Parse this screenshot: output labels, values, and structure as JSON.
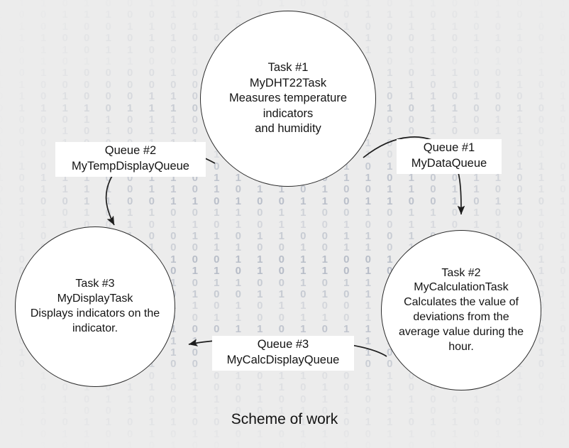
{
  "diagram": {
    "caption": "Scheme of work",
    "background": {
      "style": "binary-digits",
      "digit_color": "#9aa3b4",
      "page_color": "#ececec",
      "rows": [
        "0 1 1 0 1 0 0 1 1 0 1 1 0 1 0 0 1 1 0 1 1 0 0 1 0 1 1 0 1 1 0 1 0 1 1 0 1 1 0 0 1 0 1 1 0",
        "1 0 0 1 1 1 0 0 1 0 1 1 1 0 0 1 0 1 1 1 0 0 1 1 0 1 0 0 1 1 1 0 0 1 0 1 1 0 1 0 0 1 1 0 1",
        "1 1 0 1 0 0 1 1 0 1 1 0 0 1 1 0 1 0 0 1 1 1 0 0 1 0 1 1 0 0 1 1 0 1 0 1 1 0 0 1 1 0 1 0 0",
        "0 1 1 0 0 1 0 1 1 0 0 1 1 0 1 0 1 1 0 0 1 0 1 1 1 0 0 1 1 0 1 0 0 1 1 0 1 1 0 0 1 0 1 1 0",
        "1 0 1 1 0 1 1 0 0 1 0 1 0 1 1 0 0 1 1 0 1 0 1 0 0 1 1 0 1 1 0 0 1 0 1 1 0 1 0 1 1 0 0 1 1",
        "0 0 1 0 1 1 1 0 0 1 1 1 0 1 0 0 1 1 0 1 1 0 0 1 0 1 1 0 0 1 1 0 1 1 0 0 1 0 1 1 0 1 0 0 1",
        "1 0 1 1 0 0 0 0 1 0 0 0 1 1 0 0 1 0 1 0 1 1 0 0 1 1 0 1 0 0 1 1 0 1 1 0 0 1 1 0 1 0 1 1 0",
        "1 1 0 0 0 0 0 0 0 0 1 1 1 0 1 1 0 0 1 1 0 1 0 1 1 0 0 1 1 0 1 0 1 1 0 0 1 0 1 1 0 0 1 1 0",
        "0 1 0 1 0 0 0 1 1 0 1 0 1 1 1 0 0 1 0 1 1 0 1 0 0 1 1 0 1 1 0 0 1 1 0 1 0 0 1 1 0 1 0 1 1",
        "0 1 1 1 1 0 1 1 1 0 0 1 1 0 1 0 0 1 1 0 1 1 0 0 1 0 1 1 0 1 0 0 1 1 0 0 1 1 0 1 0 1 1 0 0",
        "0 0 0 0 1 1 0 1 1 0 0 0 1 0 1 1 0 1 0 0 1 1 0 1 1 0 0 1 0 1 1 0 1 1 0 0 1 0 1 1 0 1 0 0 1",
        "0 0 0 1 0 1 0 1 1 0 0 1 1 0 0 1 0 1 1 0 1 0 0 1 1 0 1 1 0 0 1 0 1 1 0 1 0 1 1 0 0 1 1 0 1",
        "1 0 0 1 0 0 0 1 1 1 0 1 1 0 1 0 0 1 0 1 1 0 0 1 1 0 1 0 1 1 0 0 1 1 0 1 0 0 1 1 0 1 1 0 0",
        "0 1 0 0 0 0 0 0 1 0 1 0 0 1 1 0 1 1 0 0 1 0 1 1 0 1 0 0 1 1 0 1 1 0 0 1 0 1 1 0 1 0 0 1 1",
        "1 1 0 0 1 0 1 1 0 1 0 1 1 0 0 1 1 0 1 0 0 1 1 0 1 1 0 0 1 0 1 1 0 1 0 1 1 0 0 1 1 0 1 0 0",
        "1 0 1 1 1 0 0 1 1 0 1 1 0 0 1 0 1 1 0 1 0 0 1 1 0 1 1 0 0 1 0 1 1 0 1 0 1 1 0 0 1 1 0 1 0",
        "0 0 1 1 1 1 0 1 1 0 1 0 1 1 0 1 0 0 1 1 0 1 1 0 0 1 0 1 1 0 1 0 0 1 1 0 1 1 0 0 1 0 1 1 0",
        "1 1 0 0 1 1 0 0 1 1 0 1 0 0 1 1 0 1 1 0 0 1 0 1 1 0 1 0 1 1 0 0 1 1 0 1 0 0 1 1 0 1 1 0 1",
        "0 1 1 0 1 0 1 1 0 0 1 1 0 1 1 0 0 1 0 1 1 0 1 0 0 1 1 0 1 1 0 1 0 0 1 1 0 1 0 1 1 0 0 1 1",
        "1 0 1 1 0 0 1 0 1 1 0 1 0 1 1 0 1 0 0 1 1 0 1 1 0 0 1 0 1 1 0 1 0 1 1 0 0 1 1 0 1 0 0 1 0",
        "0 1 0 1 1 0 1 0 0 1 1 0 1 1 0 0 1 1 0 1 0 1 1 0 0 1 0 1 1 0 1 1 0 0 1 0 1 1 0 1 0 1 1 0 0",
        "1 1 0 0 1 1 0 1 0 0 1 1 0 0 1 0 1 1 0 1 1 0 0 1 1 0 1 0 1 1 0 0 1 1 0 1 0 0 1 1 0 1 1 0 1",
        "0 0 1 1 0 1 1 0 1 0 0 1 1 0 1 1 0 0 1 0 1 1 0 1 0 1 1 0 0 1 1 0 1 0 0 1 1 0 1 1 0 0 1 0 1",
        "1 0 1 0 0 1 1 0 0 1 1 0 1 0 1 1 0 1 0 0 1 1 0 0 1 1 0 1 1 0 0 1 0 1 1 0 1 0 1 1 0 0 1 1 0",
        "0 1 1 0 1 0 0 1 1 0 1 1 0 0 1 0 1 1 0 1 1 0 1 0 0 1 1 0 1 0 1 1 0 0 1 1 0 1 0 0 1 1 0 1 1",
        "1 0 0 1 1 0 1 1 0 1 0 0 1 1 0 1 0 1 1 0 0 1 1 0 1 0 1 1 0 0 1 1 0 1 1 0 0 1 0 1 1 0 1 0 0",
        "0 1 0 0 1 1 0 0 1 1 0 1 0 1 1 0 0 1 1 0 1 0 0 1 1 0 1 1 0 1 0 0 1 1 0 1 0 1 1 0 0 1 1 0 1",
        "1 1 0 1 0 0 1 1 0 0 1 1 0 0 1 1 0 1 0 1 1 0 1 0 0 1 1 0 0 1 1 0 1 1 0 0 1 0 1 1 0 1 0 1 1",
        "0 0 1 1 0 1 0 1 1 0 0 1 1 0 1 0 1 1 0 0 1 1 0 1 1 0 0 1 0 1 1 0 1 0 1 1 0 0 1 1 0 1 0 0 1",
        "1 0 1 0 1 1 0 0 1 1 0 1 0 0 1 1 0 1 1 0 0 1 0 1 1 0 1 1 0 0 1 0 1 1 0 1 0 1 1 0 0 1 1 0 0",
        "0 1 1 0 0 1 1 0 1 0 1 1 0 1 0 0 1 1 0 1 1 0 0 1 0 1 1 0 1 0 0 1 1 0 1 1 0 0 1 0 1 1 0 1 0",
        "1 0 0 1 1 0 1 1 0 0 1 0 1 1 0 1 1 0 0 1 0 1 1 0 1 0 1 1 0 0 1 1 0 1 0 0 1 1 0 1 1 0 0 1 1",
        "0 1 1 0 1 1 0 0 1 1 0 1 0 1 1 0 0 1 1 0 1 0 0 1 1 0 1 0 1 1 0 0 1 1 0 1 1 0 0 1 0 1 1 0 1",
        "1 1 0 0 1 0 1 1 0 1 0 0 1 1 0 1 0 1 1 0 0 1 0 1 1 0 0 1 1 0 1 1 0 0 1 0 1 1 0 1 0 1 1 0 0",
        "0 0 1 1 0 1 1 0 0 1 1 0 1 0 0 1 1 0 1 1 0 0 1 1 0 1 0 1 1 0 0 1 0 1 1 0 1 0 0 1 1 0 1 1 0",
        "1 0 1 1 0 0 1 1 0 1 1 0 0 1 1 0 1 0 1 1 0 1 0 0 1 1 0 0 1 1 0 1 0 1 1 0 0 1 1 0 1 0 0 1 1",
        "0 1 0 0 1 1 0 1 1 0 0 1 1 0 1 0 0 1 1 0 1 1 0 0 1 0 1 1 0 1 0 1 1 0 0 1 1 0 1 0 0 1 1 0 1",
        "1 1 0 1 1 0 0 1 0 1 1 0 1 0 1 1 0 0 1 1 0 1 0 1 1 0 0 1 1 0 1 0 0 1 1 0 1 1 0 1 0 0 1 1 0",
        "0 1 1 0 0 1 1 0 1 0 0 1 1 0 0 1 1 0 1 0 1 1 0 0 1 1 0 1 0 0 1 1 0 1 1 0 0 1 0 1 1 0 1 0 1"
      ]
    },
    "nodes": [
      {
        "id": "task1",
        "name": "Task #1",
        "text": "Task #1\nMyDHT22Task\nMeasures temperature\nindicators\nand humidity"
      },
      {
        "id": "task2",
        "name": "Task #2",
        "text": "Task #2\nMyCalculationTask\nCalculates the value of\ndeviations from the\naverage value during the\nhour."
      },
      {
        "id": "task3",
        "name": "Task #3",
        "text": "Task #3\nMyDisplayTask\nDisplays indicators on the\nindicator."
      }
    ],
    "edges": [
      {
        "id": "queue1",
        "text": "Queue #1\nMyDataQueue",
        "from": "task1",
        "to": "task2"
      },
      {
        "id": "queue2",
        "text": "Queue #2\nMyTempDisplayQueue",
        "from": "task1",
        "to": "task3"
      },
      {
        "id": "queue3",
        "text": "Queue #3\nMyCalcDisplayQueue",
        "from": "task2",
        "to": "task3"
      }
    ]
  }
}
